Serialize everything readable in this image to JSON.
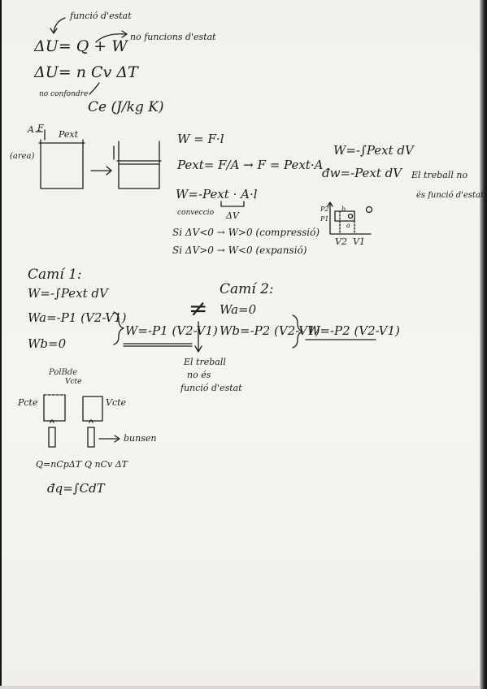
{
  "notes": {
    "top": {
      "funcio_estat": "funció d'estat",
      "first_law": "ΔU= Q + W",
      "no_funcions": "no funcions d'estat",
      "du_ncv": "ΔU= n Cv ΔT",
      "no_confondre": "no confondre",
      "ce": "Ce (J/kg K)"
    },
    "piston": {
      "a_label": "A",
      "f_label": "F",
      "pext_label": "Pext",
      "area_label": "(area)",
      "w_fl": "W = F·l",
      "pext_fa": "Pext= F/A → F = Pext·A",
      "w_pext_al": "W=-Pext · A·l",
      "conveccio": "conveccio",
      "dv_brace": "ΔV",
      "si_neg": "Si ΔV<0 → W>0 (compressió)",
      "si_pos": "Si ΔV>0 → W<0 (expansió)"
    },
    "integral": {
      "w_int": "W=-∫Pext dV",
      "dw": "đw=-Pext dV",
      "treball_no": "El treball no",
      "es_funcio": "és funció d'estat"
    },
    "pv_graph": {
      "p2": "P2",
      "p1": "P1",
      "v2": "V2",
      "v1": "V1",
      "b_mark": "b",
      "a_mark": "a"
    },
    "cami1": {
      "title": "Camí 1:",
      "w_int": "W=-∫Pext dV",
      "wa": "Wa=-P1 (V2-V1)",
      "wb": "Wb=0",
      "result": "W=-P1 (V2-V1)"
    },
    "compare": {
      "neq": "≠",
      "line1": "El treball",
      "line2": "no és",
      "line3": "funció d'estat"
    },
    "cami2": {
      "title": "Camí 2:",
      "wa": "Wa=0",
      "wb": "Wb=-P2 (V2-V1)",
      "result": "W=-P2 (V2-V1)"
    },
    "heat": {
      "scribble": "PolBde",
      "vcte_top": "Vcte",
      "pcte": "Pcte",
      "vcte": "Vcte",
      "bunsen": "bunsen",
      "q_cp": "Q=nCpΔT",
      "q_cv": "Q nCv ΔT",
      "dq": "đq=∫CdT"
    }
  }
}
